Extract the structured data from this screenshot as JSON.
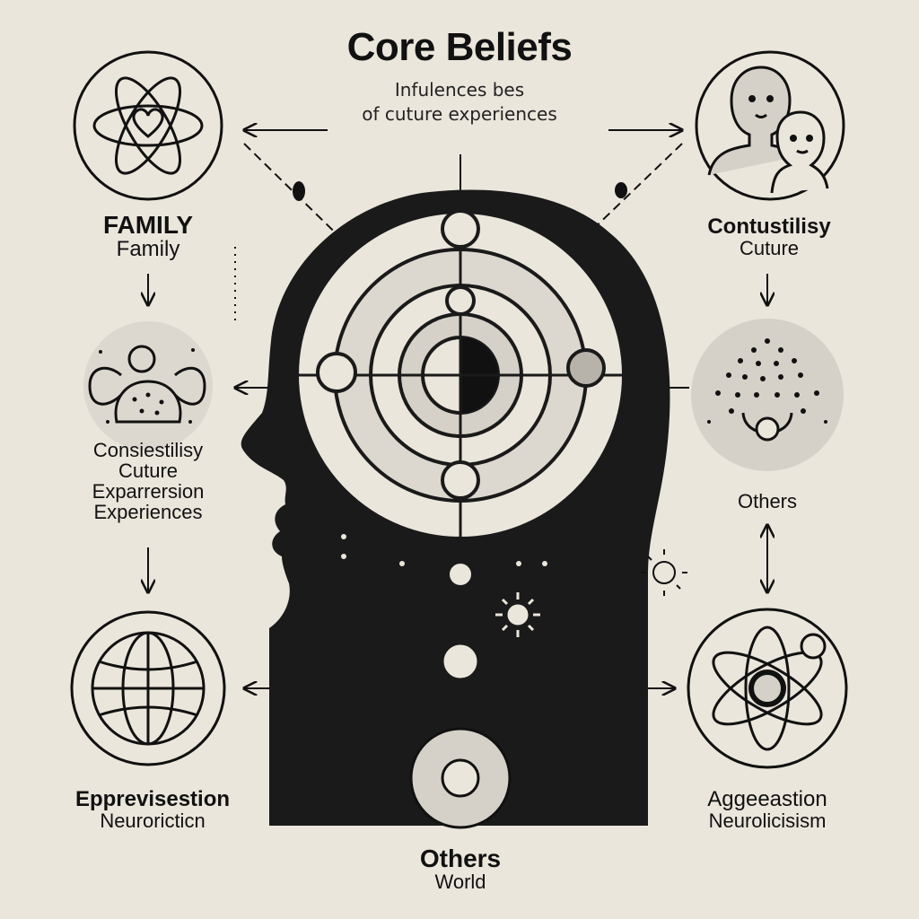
{
  "title": "Core Beliefs",
  "subtitle": [
    "Infulences bes",
    "of cuture experiences"
  ],
  "labels": {
    "family_top": [
      "FAMILY",
      "Family"
    ],
    "culture_top": [
      "Contustilisy",
      "Cuture"
    ],
    "left_middle": [
      "Consiestilisy",
      "Cuture",
      "Exparrersion",
      "Experiences"
    ],
    "right_middle": [
      "Others"
    ],
    "bottom_left": [
      "Epprevisestion",
      "Neuroricticn"
    ],
    "bottom_right": [
      "Aggeeastion",
      "Neurolicisism"
    ],
    "bottom_center": [
      "Others",
      "World"
    ]
  },
  "icons": {
    "top_left": "atom-heart-icon",
    "top_right": "parent-child-icon",
    "mid_left": "family-group-icon",
    "mid_right": "dotted-face-icon",
    "bottom_left": "globe-icon",
    "bottom_right": "atom-icon",
    "bottom_center": "target-circle-icon",
    "head": "head-profile-icon"
  },
  "colors": {
    "background": "#ebe6dc",
    "ink": "#111111",
    "circle_fill": "#d6d1c8",
    "head": "#1a1a1a"
  }
}
